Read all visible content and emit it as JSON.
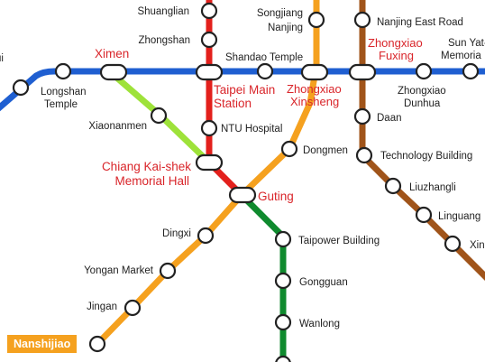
{
  "colors": {
    "blue_line": "#1f5fd1",
    "red_line": "#e3201c",
    "orange_line": "#f5a11f",
    "brown_line": "#a0541a",
    "green_line": "#0f8a2e",
    "light_green_line": "#9ee23a",
    "transfer_label": "#d9252a",
    "terminus_badge": "#f5a11f"
  },
  "stations": {
    "shuanglian": "Shuanglian",
    "zhongshan": "Zhongshan",
    "songjiang_nanjing_1": "Songjiang",
    "songjiang_nanjing_2": "Nanjing",
    "nanjing_east_road": "Nanjing East Road",
    "ximen": "Ximen",
    "shandao_temple": "Shandao Temple",
    "zhongxiao_fuxing_1": "Zhongxiao",
    "zhongxiao_fuxing_2": "Fuxing",
    "sun_yat_sen_1": "Sun Yat-",
    "sun_yat_sen_2": "Memoria",
    "longshan_temple_1": "Longshan",
    "longshan_temple_2": "Temple",
    "taipei_main_1": "Taipei Main",
    "taipei_main_2": "Station",
    "zhongxiao_xinsheng_1": "Zhongxiao",
    "zhongxiao_xinsheng_2": "Xinsheng",
    "zhongxiao_dunhua_1": "Zhongxiao",
    "zhongxiao_dunhua_2": "Dunhua",
    "left_edge": "ui",
    "xiaonanmen": "Xiaonanmen",
    "ntu_hospital": "NTU Hospital",
    "daan": "Daan",
    "dongmen": "Dongmen",
    "technology_building": "Technology Building",
    "ckskmh_1": "Chiang Kai-shek",
    "ckskmh_2": "Memorial Hall",
    "liuzhangli": "Liuzhangli",
    "guting": "Guting",
    "linguang": "Linguang",
    "dingxi": "Dingxi",
    "taipower_building": "Taipower Building",
    "xinhai": "Xin",
    "yongan_market": "Yongan Market",
    "gongguan": "Gongguan",
    "jingan": "Jingan",
    "wanlong": "Wanlong",
    "nanshijiao": "Nanshijiao"
  }
}
